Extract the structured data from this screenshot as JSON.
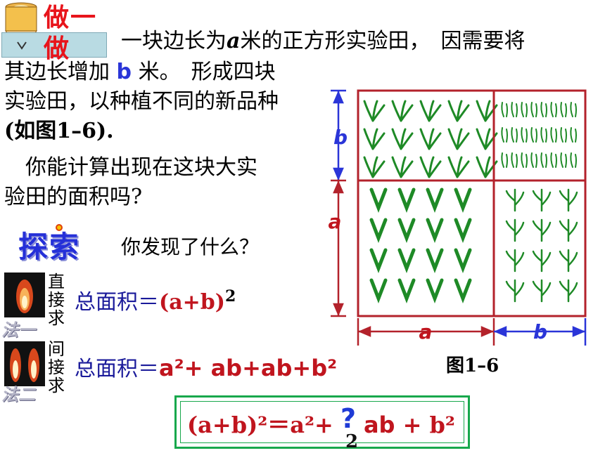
{
  "header": {
    "title": "做一做",
    "pencil_icon": "pencil-icon"
  },
  "problem": {
    "line1_pre": "一块边长为",
    "line1_var": "a",
    "line1_post": "米的正方形实验田，　因需要将",
    "line2_pre": "其边长增加 ",
    "line2_var": "b",
    "line2_post": " 米。　形成四块",
    "line3": "实验田，以种植不同的新品种",
    "line4": "(如图1–6).",
    "question1_line1": "　你能计算出现在这块大实",
    "question1_line2": "验田的面积吗?"
  },
  "explore": {
    "title": "探索",
    "question": "你发现了什么？"
  },
  "method1": {
    "vertical_text": [
      "直",
      "接",
      "求"
    ],
    "label": "法一",
    "expr_text": "总面积＝",
    "expr_formula": "(a+b)",
    "expr_exp": "2",
    "icon": "candle-icon"
  },
  "method2": {
    "vertical_text": [
      "间",
      "接",
      "求"
    ],
    "label": "法二",
    "expr_text": "总面积＝",
    "expr_formula": "a²+ ab+ab+b²",
    "icon": "double-candle-icon"
  },
  "result": {
    "left": "(a+b)²＝a²+ ",
    "hidden": "?",
    "coef": "2",
    "middle": "ab",
    "right": " + b²"
  },
  "figure": {
    "caption": "图1–6",
    "label_a_horizontal": "a",
    "label_b_horizontal": "b",
    "label_a_vertical": "a",
    "label_b_vertical": "b",
    "colors": {
      "border": "#b3222b",
      "arrow": "#c0151e",
      "arrow_blue": "#2a35d8",
      "plant": "#1e8a26"
    }
  }
}
